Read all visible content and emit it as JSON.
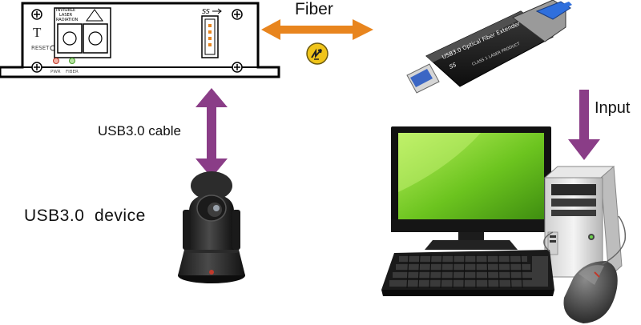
{
  "labels": {
    "fiber": "Fiber",
    "input": "Input",
    "usb_cable": "USB3.0 cable",
    "usb_device": "USB3.0  device"
  },
  "transmitter": {
    "logo": "T",
    "reset": "RESET",
    "pwr": "PWR",
    "fiber_led": "FIBER",
    "usb_logo": "SS",
    "warning_lines": [
      "INVISIBLE",
      "LASER",
      "RADIATION"
    ]
  },
  "extender": {
    "title": "USB3.0 Optical Fiber Extender",
    "logo": "SS",
    "subtitle": "CLASS 1 LASER PRODUCT"
  },
  "colors": {
    "arrow_orange": "#e8851e",
    "arrow_purple": "#8a3d87",
    "screen_green": "#7ccf2a",
    "badge_yellow": "#f0c419"
  }
}
